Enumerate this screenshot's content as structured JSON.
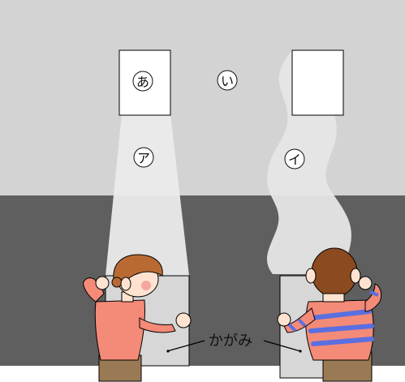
{
  "markers": {
    "a_upper": "あ",
    "i_upper": "い",
    "a_lower": "ア",
    "i_lower": "イ"
  },
  "caption": "かがみ",
  "colors": {
    "wall_light": "#d3d3d3",
    "floor_dark": "#5f5f5f",
    "beam": "#ebebeb",
    "shadow_beam": "#e6e6e6",
    "mirror": "#d7d7d7",
    "paper": "#ffffff",
    "girl_shirt": "#f48a78",
    "girl_hair": "#b96a33",
    "boy_hair": "#8b4a1f",
    "boy_stripes": "#5a6fe0",
    "skin": "#ffe3d0",
    "pants": "#9a7a54"
  }
}
